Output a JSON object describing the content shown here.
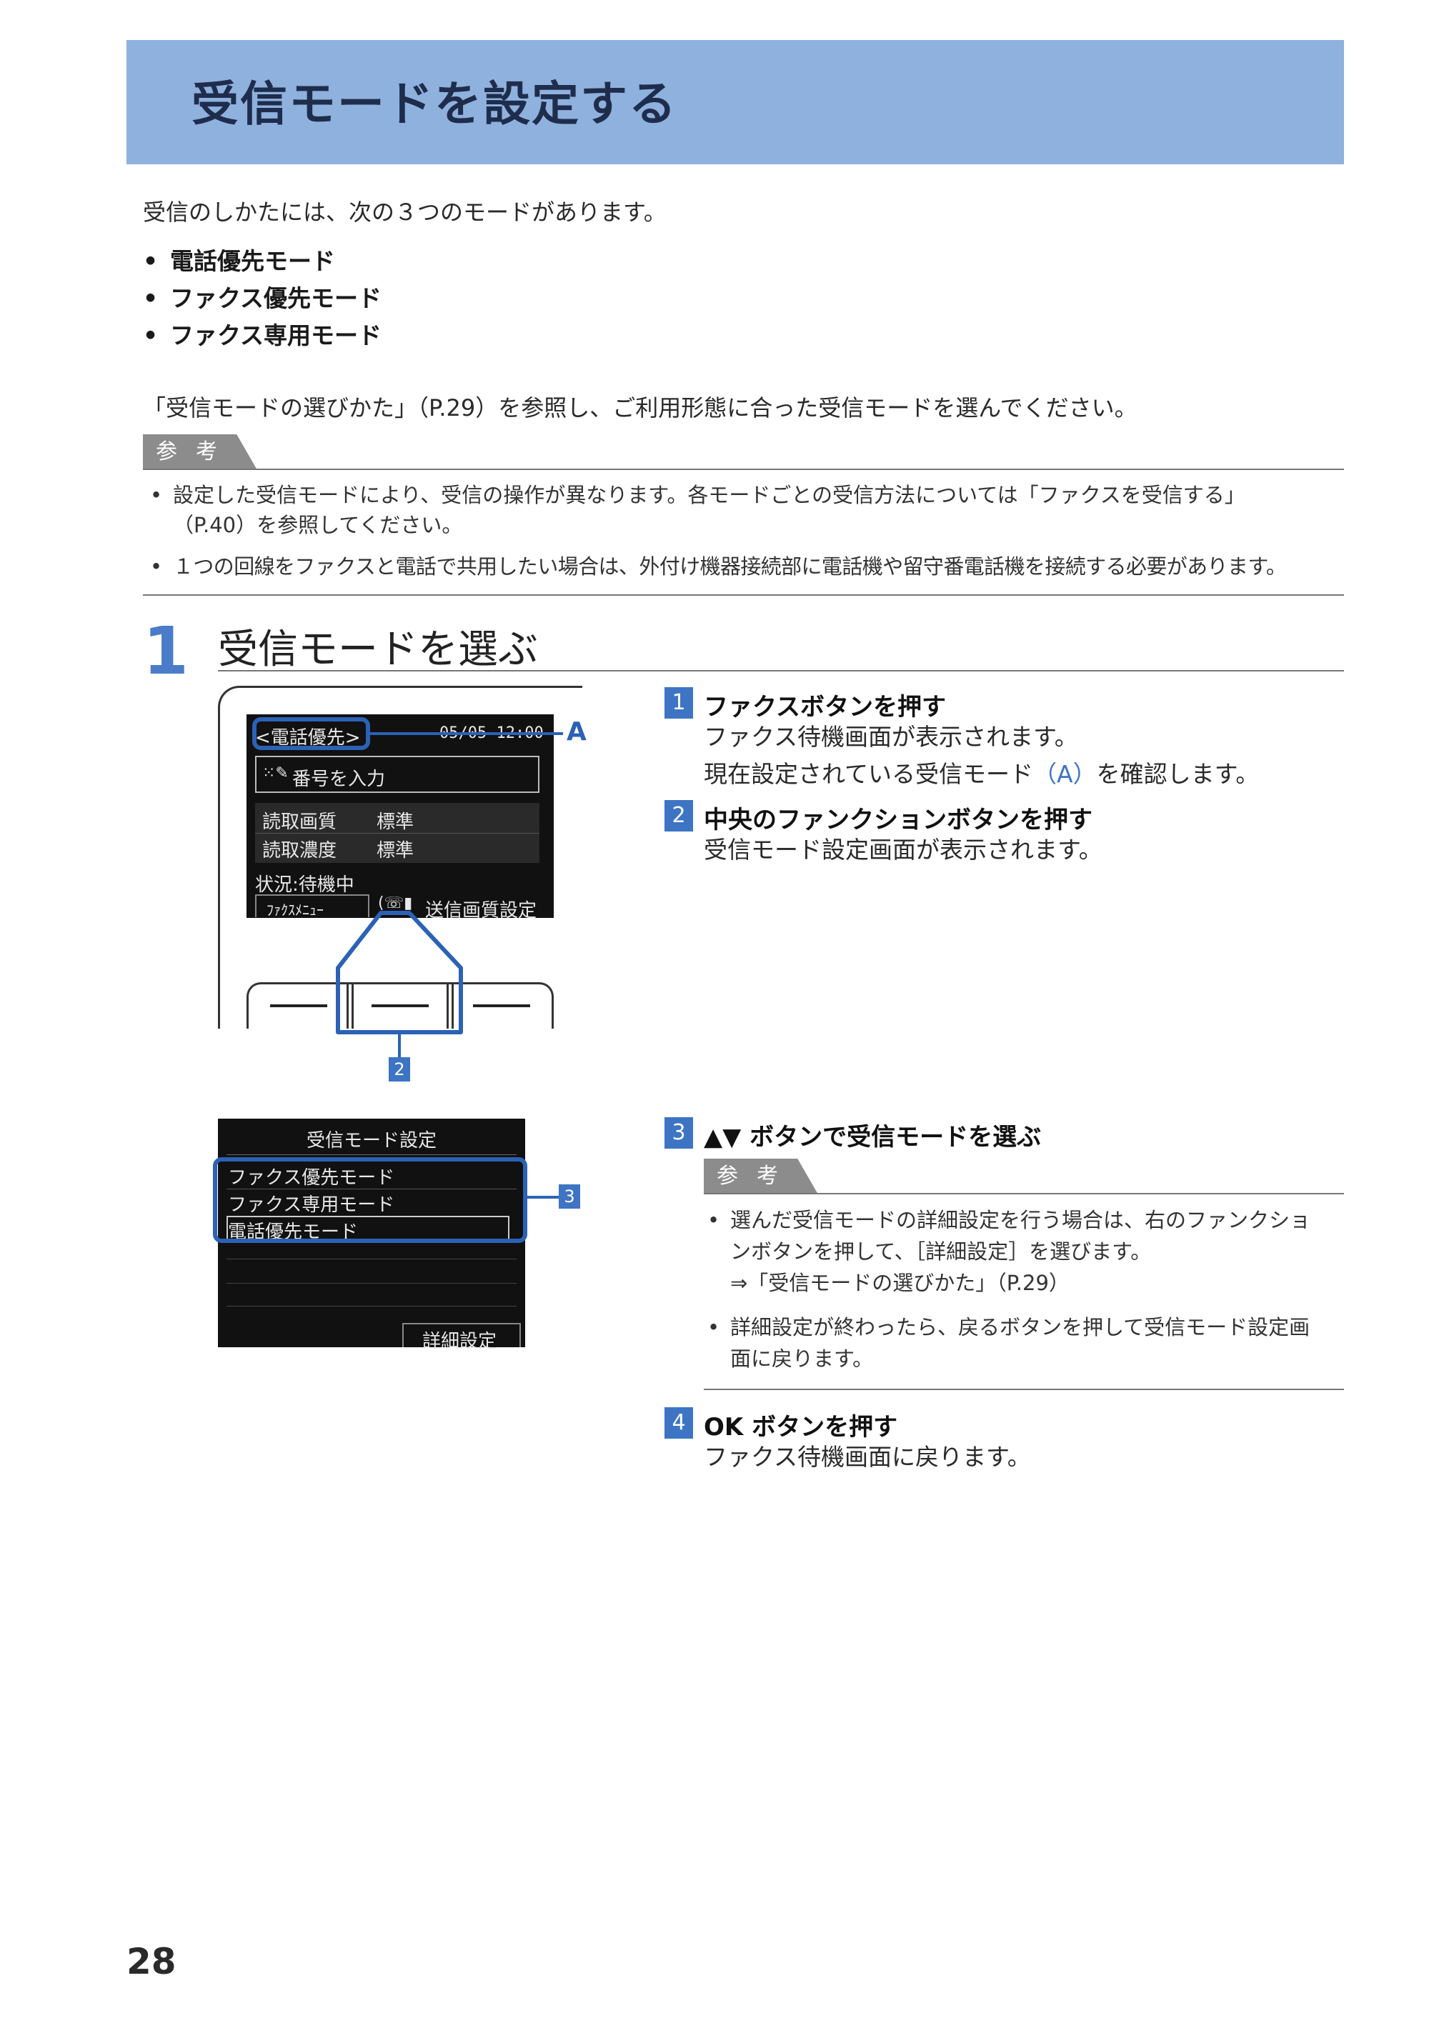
{
  "header": {
    "title": "受信モードを設定する"
  },
  "intro": "受信のしかたには、次の３つのモードがあります。",
  "modes": [
    "電話優先モード",
    "ファクス優先モード",
    "ファクス専用モード"
  ],
  "bullet_char": "•",
  "reference_line": "「受信モードの選びかた」（P.29）を参照し、ご利用形態に合った受信モードを選んでください。",
  "note_label": "参考",
  "notes": [
    {
      "line1": "設定した受信モードにより、受信の操作が異なります。各モードごとの受信方法については「ファクスを受信する」",
      "line2": "（P.40）を参照してください。"
    },
    {
      "line1": "１つの回線をファクスと電話で共用したい場合は、外付け機器接続部に電話機や留守番電話機を接続する必要があります。"
    }
  ],
  "section": {
    "number": "1",
    "heading": "受信モードを選ぶ"
  },
  "steps": [
    {
      "num": "1",
      "title": "ファクスボタンを押す",
      "desc1": "ファクス待機画面が表示されます。",
      "desc2a": "現在設定されている受信モード",
      "desc2b": "（A）",
      "desc2c": "を確認します。"
    },
    {
      "num": "2",
      "title": "中央のファンクションボタンを押す",
      "desc1": "受信モード設定画面が表示されます。"
    },
    {
      "num": "3",
      "title": "▲▼ ボタンで受信モードを選ぶ"
    },
    {
      "num": "4",
      "title": "OK ボタンを押す",
      "desc1": "ファクス待機画面に戻ります。"
    }
  ],
  "step3_notes": [
    {
      "line1": "選んだ受信モードの詳細設定を行う場合は、右のファンクショ",
      "line2": "ンボタンを押して、［詳細設定］を選びます。",
      "line3": "⇒「受信モードの選びかた」（P.29）"
    },
    {
      "line1": "詳細設定が終わったら、戻るボタンを押して受信モード設定画",
      "line2": "面に戻ります。"
    }
  ],
  "screen1": {
    "mode": "<電話優先>",
    "datetime": "05/05 12:00",
    "input": "番号を入力",
    "rows": [
      {
        "label": "読取画質",
        "value": "標準"
      },
      {
        "label": "読取濃度",
        "value": "標準"
      }
    ],
    "status": "状況:待機中",
    "func_left": "ﾌｧｸｽﾒﾆｭｰ",
    "func_right": "送信画質設定",
    "callout_label": "A",
    "button_badge": "2"
  },
  "screen2": {
    "title": "受信モード設定",
    "options": [
      "ファクス優先モード",
      "ファクス専用モード",
      "電話優先モード"
    ],
    "func": "詳細設定",
    "badge": "3"
  },
  "page_number": "28",
  "colors": {
    "header_bg": "#8fb1dd",
    "accent": "#3d74c4",
    "callout": "#2b62b5"
  }
}
